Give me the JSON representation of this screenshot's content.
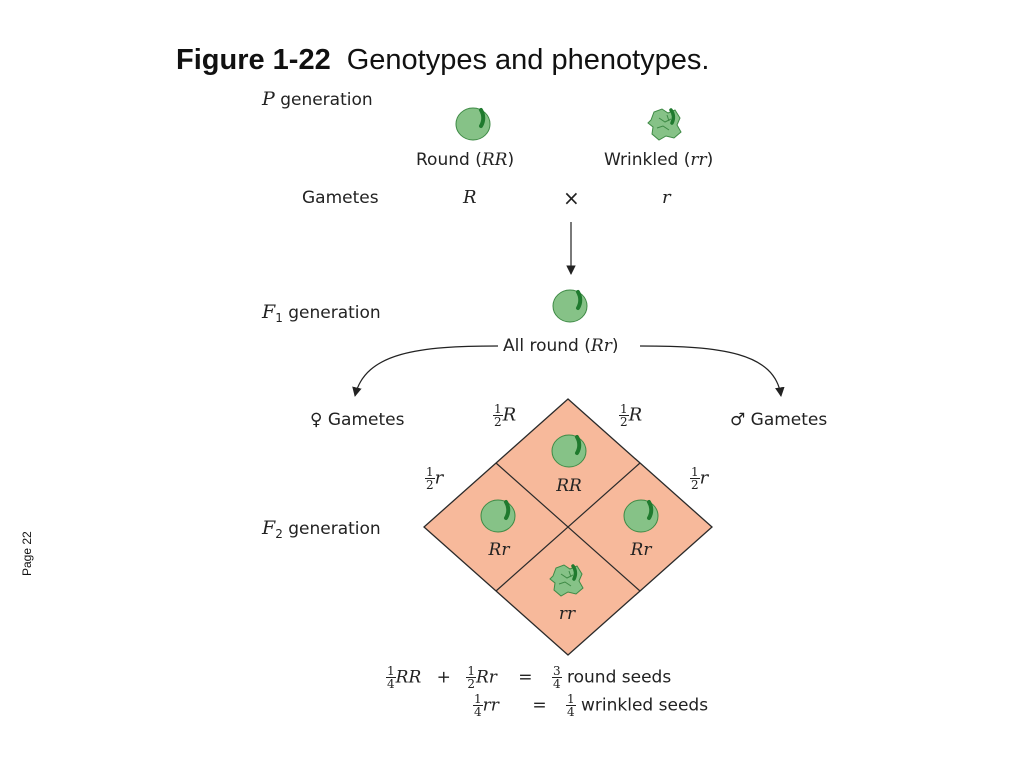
{
  "title": {
    "number": "Figure 1-22",
    "text": "Genotypes and phenotypes."
  },
  "side_label": "Page 22",
  "p_generation": {
    "letter": "P",
    "label": "generation",
    "parent_round": {
      "label": "Round",
      "genotype": "RR"
    },
    "parent_wrinkled": {
      "label": "Wrinkled",
      "genotype": "rr"
    },
    "gametes_label": "Gametes",
    "gamete_round": "R",
    "cross_symbol": "×",
    "gamete_wrinkled": "r"
  },
  "f1_generation": {
    "letter": "F",
    "subscript": "1",
    "label": "generation",
    "offspring_label": "All round",
    "offspring_genotype": "Rr"
  },
  "gametes": {
    "female_symbol": "♀",
    "male_symbol": "♂",
    "label": "Gametes",
    "fraction_num": "1",
    "fraction_den": "2",
    "allele_dominant": "R",
    "allele_recessive": "r"
  },
  "f2_generation": {
    "letter": "F",
    "subscript": "2",
    "label": "generation",
    "cells": {
      "top": "RR",
      "left": "Rr",
      "right": "Rr",
      "bottom": "rr"
    }
  },
  "summary": {
    "line1": {
      "a_num": "1",
      "a_den": "4",
      "a_genotype": "RR",
      "plus": "+",
      "b_num": "1",
      "b_den": "2",
      "b_genotype": "Rr",
      "equals": "=",
      "result_num": "3",
      "result_den": "4",
      "result_label": "round seeds"
    },
    "line2": {
      "a_num": "1",
      "a_den": "4",
      "a_genotype": "rr",
      "equals": "=",
      "result_num": "1",
      "result_den": "4",
      "result_label": "wrinkled seeds"
    }
  },
  "colors": {
    "seed_fill": "#86c287",
    "seed_stroke": "#3e8a45",
    "seed_sprout": "#1f7a2e",
    "punnett_fill": "#f7b99b",
    "punnett_stroke": "#2a2a2a"
  }
}
